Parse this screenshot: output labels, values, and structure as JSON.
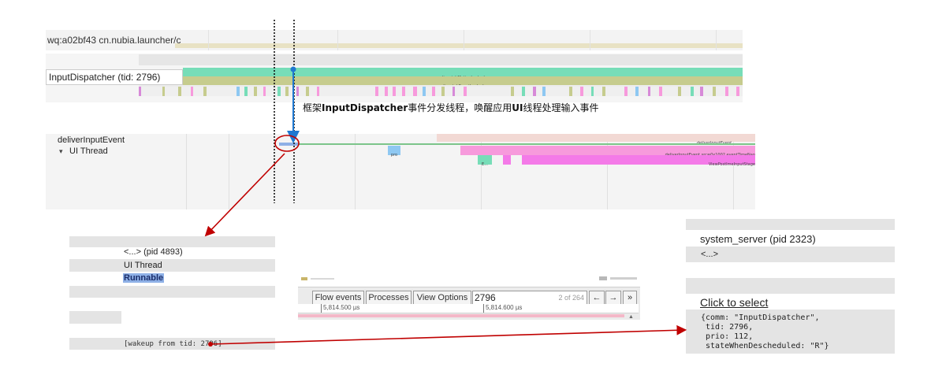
{
  "top_panel": {
    "process_label": "wq:a02bf43 cn.nubia.launcher/c",
    "input_dispatcher_label": "InputDispatcher (tid: 2796)",
    "bar1_label": "dispatchMotionLocked",
    "bar2_label": "dispatchEventLocked",
    "annotation_prefix": "框架",
    "annotation_bold1": "InputDispatcher",
    "annotation_mid": "事件分发线程，唤醒应用",
    "annotation_bold2": "UI",
    "annotation_suffix": "线程处理输入事件"
  },
  "middle_panel": {
    "deliver_label": "deliverInputEvent",
    "ui_thread_label": "UI Thread",
    "expand_glyph": "▾",
    "slice_deliver_top": "deliverInputEvent",
    "slice_pro": "pro",
    "slice_deliver_detail": "deliverInputEvent src=0x1002 eventTimeNan",
    "slice_e": "E...",
    "slice_viewpost": "ViewPostImeInputStage"
  },
  "left_detail": {
    "pid_label": "<...> (pid 4893)",
    "thread_label": "UI Thread",
    "state_label": "Runnable",
    "wakeup_text": "[wakeup from tid: 2796]"
  },
  "toolbar": {
    "flow_events": "Flow events",
    "processes": "Processes",
    "view_options": "View Options",
    "search_value": "2796",
    "match_count": "2 of 264",
    "prev": "←",
    "next": "→",
    "more": "»",
    "tick1": "5,814.500 µs",
    "tick2": "5,814.600 µs"
  },
  "right_detail": {
    "process_label": "system_server (pid 2323)",
    "thread_label": "<...>",
    "click_label": "Click to select",
    "json_line1": "{comm: \"InputDispatcher\",",
    "json_line2": " tid: 2796,",
    "json_line3": " prio: 112,",
    "json_line4": " stateWhenDescheduled: \"R\"}"
  },
  "colors": {
    "teal_bar": "#77ddb8",
    "olive_bar": "#c6cc8e",
    "pink_slice": "#f79adc",
    "magenta_slice": "#f47ae8",
    "arrow_red": "#c00000",
    "flow_blue": "#1f78d1",
    "runnable_blue": "#8eb0e6"
  }
}
